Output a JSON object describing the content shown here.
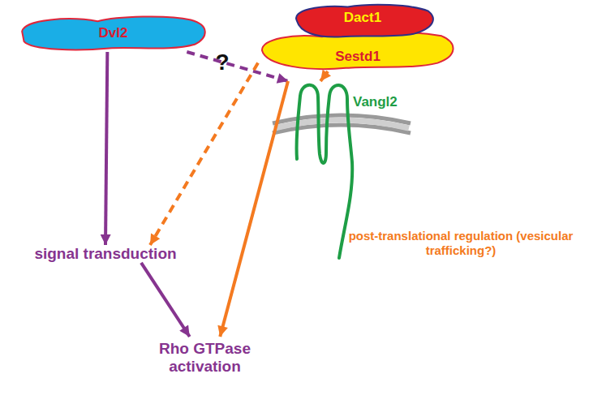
{
  "diagram": {
    "nodes": [
      {
        "text": [
          "Dvl2"
        ]
      },
      {
        "text": [
          "Dact1"
        ]
      },
      {
        "text": [
          "Sestd1"
        ]
      },
      {
        "text": [
          "Vangl2"
        ]
      },
      {
        "text": [
          "signal transduction"
        ]
      },
      {
        "text": [
          "Rho GTPase activation"
        ]
      }
    ],
    "edges": [
      {
        "from": 0,
        "to": 4,
        "arrow": "to"
      },
      {
        "from": 0,
        "to": 3,
        "arrow": "to"
      },
      {
        "from": 2,
        "to": 4,
        "arrow": "to"
      },
      {
        "from": 2,
        "to": 3,
        "arrow": "to"
      },
      {
        "from": 4,
        "to": 5,
        "arrow": "to"
      },
      {
        "from": 3,
        "to": 5,
        "arrow": "to"
      }
    ],
    "labels": [
      "?",
      "post-translational regulation (vesicular trafficking?)"
    ]
  }
}
